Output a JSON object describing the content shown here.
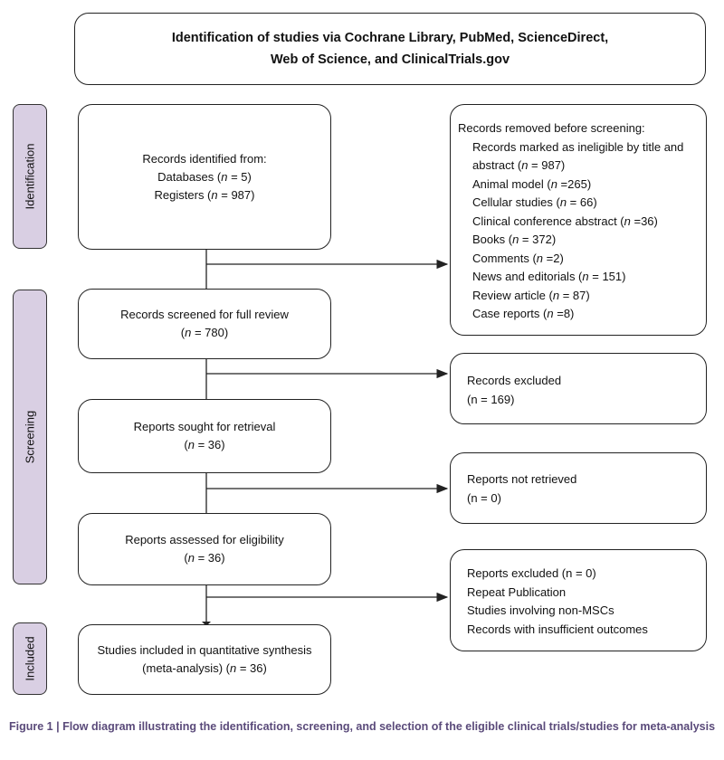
{
  "header": {
    "line1": "Identification of studies via Cochrane Library, PubMed, ScienceDirect,",
    "line2": "Web of Science, and ClinicalTrials.gov"
  },
  "stages": {
    "identification": "Identification",
    "screening": "Screening",
    "included": "Included"
  },
  "boxes": {
    "identified": {
      "line1": "Records identified from:",
      "databases_label": "Databases (",
      "databases_n": "n",
      "databases_val": " = 5)",
      "registers_label": "Registers (",
      "registers_n": "n",
      "registers_val": " = 987)"
    },
    "removed": {
      "title": "Records removed before screening:",
      "items": [
        {
          "label": "Records marked as ineligible by title and",
          "label2": "abstract (",
          "n": "n",
          "val": " = 987)"
        },
        {
          "label": "Animal model (",
          "n": "n",
          "val": " =265)"
        },
        {
          "label": "Cellular studies (",
          "n": "n",
          "val": " = 66)"
        },
        {
          "label": "Clinical conference abstract (",
          "n": "n",
          "val": " =36)"
        },
        {
          "label": "Books (",
          "n": "n",
          "val": " = 372)"
        },
        {
          "label": "Comments (",
          "n": "n",
          "val": " =2)"
        },
        {
          "label": "News and editorials (",
          "n": "n",
          "val": " = 151)"
        },
        {
          "label": "Review article (",
          "n": "n",
          "val": " = 87)"
        },
        {
          "label": "Case reports (",
          "n": "n",
          "val": " =8)"
        }
      ]
    },
    "screened": {
      "line1": "Records screened for full review",
      "pre": "(",
      "n": "n",
      "val": " = 780)"
    },
    "excluded": {
      "line1": "Records excluded",
      "line2": "(n = 169)"
    },
    "sought": {
      "line1": "Reports sought for retrieval",
      "pre": "(",
      "n": "n",
      "val": " = 36)"
    },
    "not_retrieved": {
      "line1": "Reports not retrieved",
      "line2": "(n = 0)"
    },
    "assessed": {
      "line1": "Reports assessed for eligibility",
      "pre": "(",
      "n": "n",
      "val": " = 36)"
    },
    "reports_excluded": {
      "line1": "Reports excluded (n = 0)",
      "line2": "Repeat Publication",
      "line3": "Studies involving non-MSCs",
      "line4": "Records with insufficient outcomes"
    },
    "included": {
      "line1": "Studies included in quantitative synthesis",
      "pre": "(meta-analysis) (",
      "n": "n",
      "val": " = 36)"
    }
  },
  "caption": {
    "text": "Figure 1 | Flow diagram illustrating the identification, screening, and selection of the eligible clinical trials/studies for meta-analysis"
  },
  "colors": {
    "stage_fill": "#d9cfe3",
    "caption": "#5a4a7a",
    "line": "#222222"
  }
}
